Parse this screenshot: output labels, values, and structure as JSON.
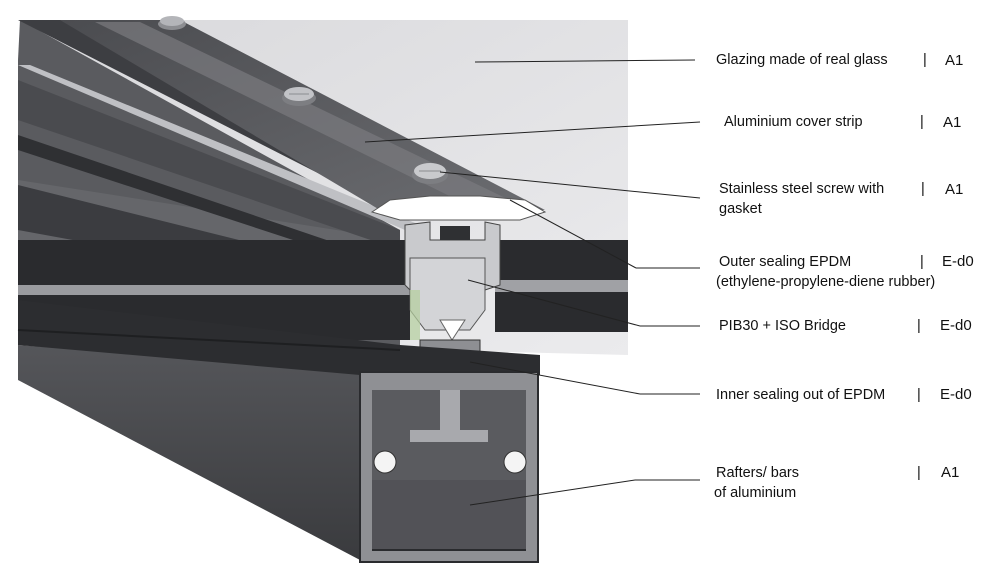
{
  "callouts": [
    {
      "lines": [
        "Glazing made of real glass"
      ],
      "separator": "|",
      "class": "A1"
    },
    {
      "lines": [
        "Aluminium cover strip"
      ],
      "separator": "|",
      "class": "A1"
    },
    {
      "lines": [
        "Stainless steel screw with",
        "gasket"
      ],
      "separator": "|",
      "class": "A1"
    },
    {
      "lines": [
        "Outer sealing EPDM",
        "(ethylene-propylene-diene rubber)"
      ],
      "separator": "|",
      "class": "E-d0"
    },
    {
      "lines": [
        "PIB30 + ISO Bridge"
      ],
      "separator": "|",
      "class": "E-d0"
    },
    {
      "lines": [
        "Inner sealing out of EPDM"
      ],
      "separator": "|",
      "class": "E-d0"
    },
    {
      "lines": [
        "Rafters/ bars",
        "of aluminium"
      ],
      "separator": "|",
      "class": "A1"
    }
  ]
}
